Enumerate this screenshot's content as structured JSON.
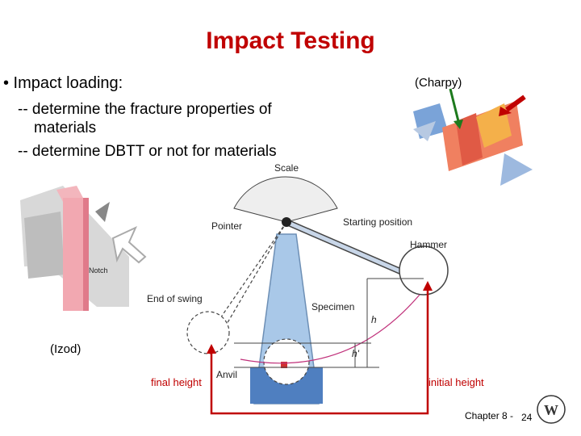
{
  "title": "Impact Testing",
  "bullet": "• Impact loading:",
  "lines": [
    "-- determine the fracture properties of",
    "materials",
    "-- determine DBTT or not for materials"
  ],
  "labels": {
    "charpy": "(Charpy)",
    "izod": "(Izod)",
    "final_height": "final height",
    "initial_height": "initial height",
    "chapter": "Chapter 8 -",
    "page": "24"
  },
  "diagram": {
    "scale": "Scale",
    "pointer": "Pointer",
    "starting_position": "Starting position",
    "hammer": "Hammer",
    "end_of_swing": "End of swing",
    "specimen": "Specimen",
    "anvil": "Anvil",
    "h": "h",
    "h_prime": "h'",
    "notch": "Notch"
  },
  "colors": {
    "title": "#c00000",
    "arrow": "#c00000",
    "machine": "#a9c8e8"
  }
}
